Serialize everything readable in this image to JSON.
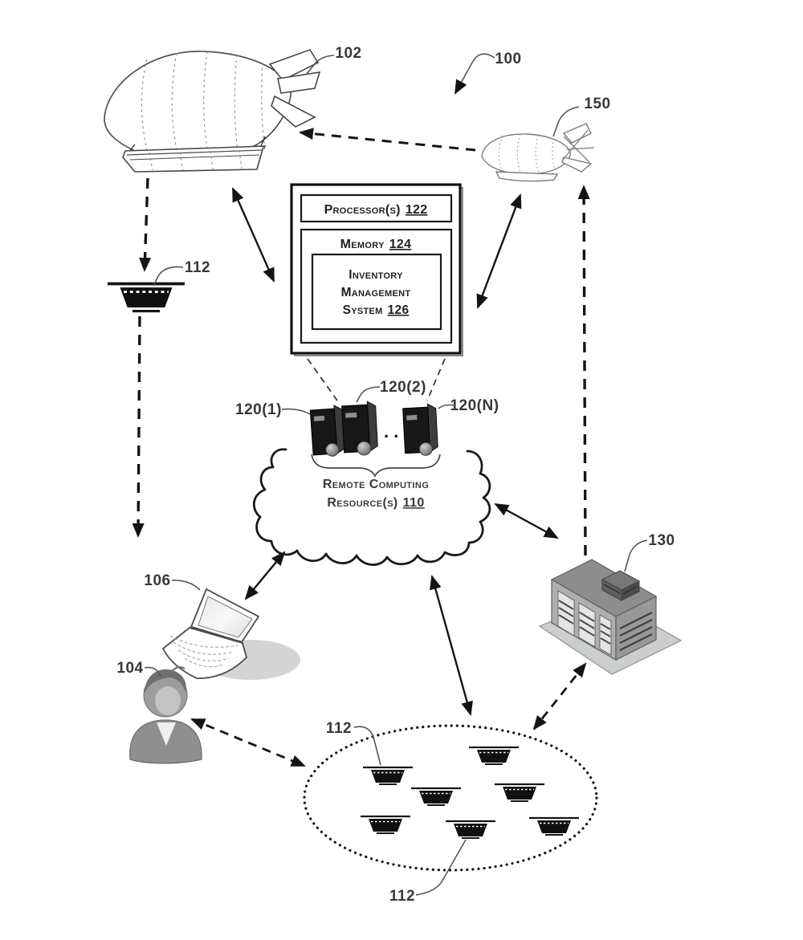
{
  "figure_refs": {
    "system": "100",
    "airship_large": "102",
    "person": "104",
    "laptop": "106",
    "uav_single": "112",
    "uav_fleet_top": "112",
    "uav_fleet_bottom": "112",
    "server_1": "120(1)",
    "server_2": "120(2)",
    "server_n": "120(N)",
    "facility": "130",
    "airship_small": "150"
  },
  "controller_box": {
    "processor_label": "Processor(s)",
    "processor_num": "122",
    "memory_label": "Memory",
    "memory_num": "124",
    "ims_line1": "Inventory",
    "ims_line2": "Management",
    "ims_line3": "System",
    "ims_num": "126"
  },
  "cloud": {
    "line1": "Remote Computing",
    "line2": "Resource(s)",
    "num": "110"
  },
  "server_ellipsis": ". .",
  "colors": {
    "ink": "#1c1c1c",
    "background": "#ffffff",
    "gray_fill": "#9a9a9a"
  }
}
